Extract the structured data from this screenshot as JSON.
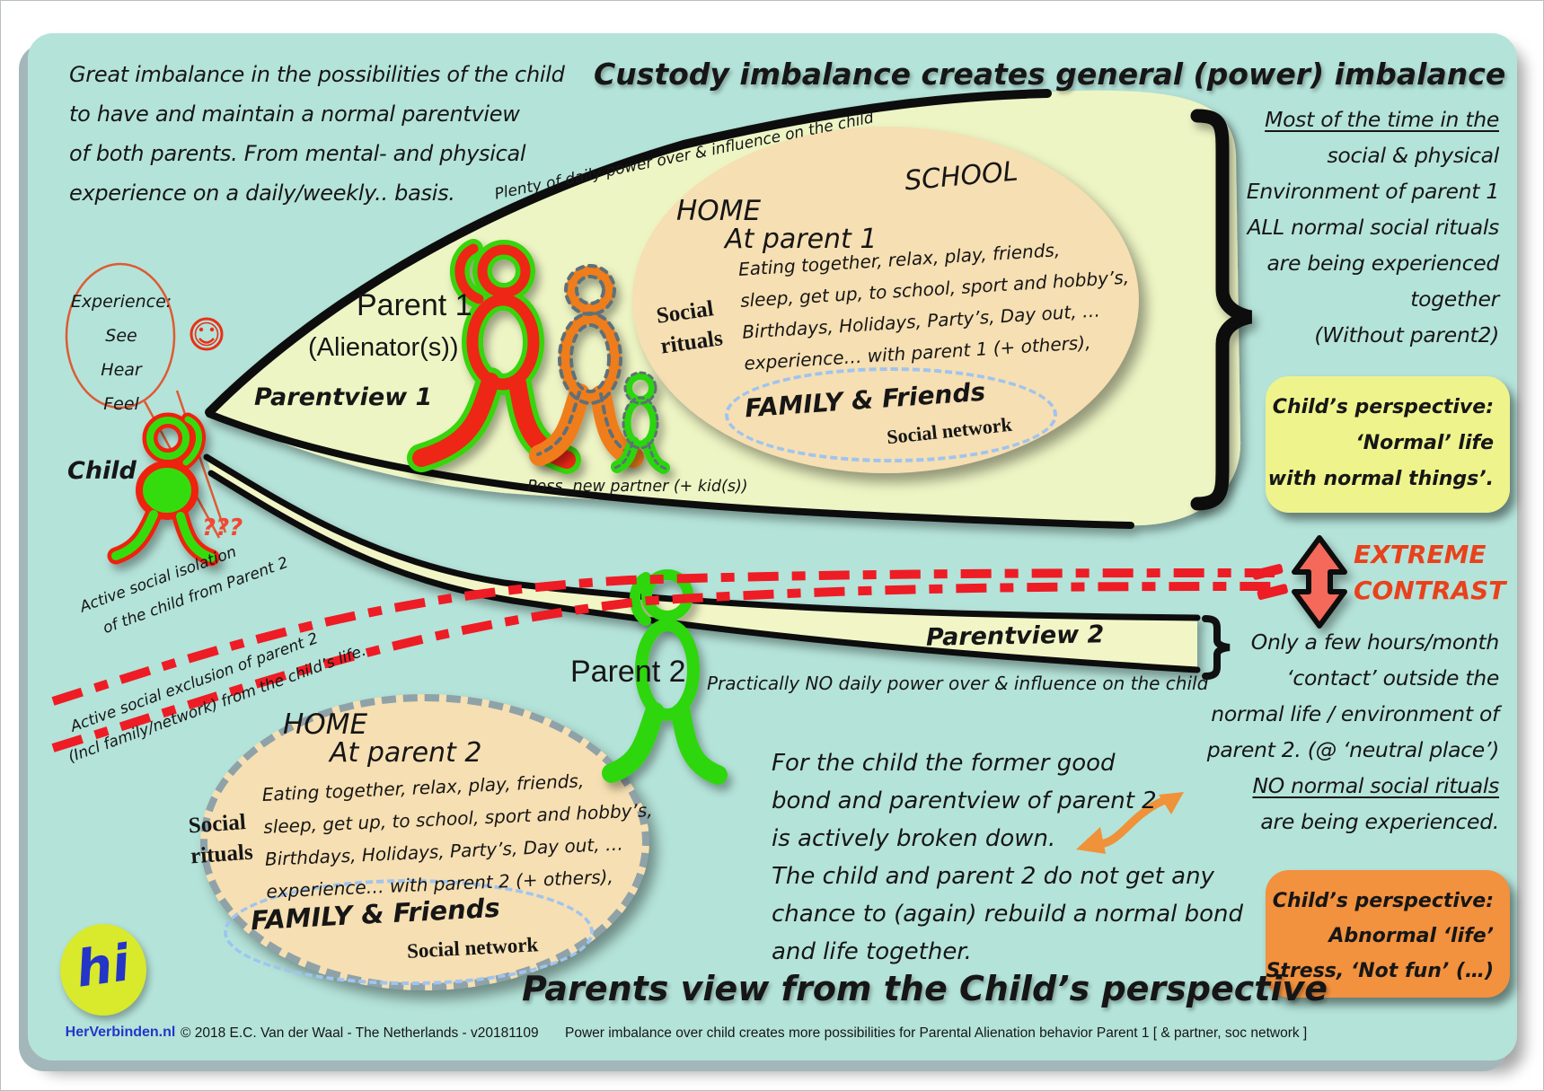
{
  "header": {
    "title": "Custody imbalance creates general (power) imbalance"
  },
  "intro": {
    "lines": [
      "Great imbalance in the possibilities of the child",
      "to have and maintain a normal parentview",
      "of both parents. From mental- and physical",
      "experience on a daily/weekly.. basis."
    ]
  },
  "child": {
    "label": "Child",
    "bubble": [
      "Experience:",
      "See",
      "Hear",
      "Feel"
    ],
    "question_marks": "???"
  },
  "parent1": {
    "label": "Parent 1",
    "sub": "(Alienator(s))",
    "parentview": "Parentview 1",
    "power_note": "Plenty of daily power over & influence on the child",
    "partner_note": "Poss. new partner (+ kid(s))"
  },
  "ellipse1": {
    "school": "SCHOOL",
    "home": "HOME",
    "at": "At parent 1",
    "rituals_l1": "Social",
    "rituals_l2": "rituals",
    "body": [
      "Eating together, relax, play, friends,",
      "sleep, get up, to school, sport and hobby’s,",
      "Birthdays, Holidays, Party’s, Day out, …",
      "experience… with parent 1 (+ others),"
    ],
    "family": "FAMILY & Friends",
    "network": "Social network"
  },
  "right_top": {
    "lines": [
      "Most of the time in the",
      "social & physical",
      "Environment of parent 1",
      "ALL normal social rituals",
      "are being experienced",
      "together",
      "(Without parent2)"
    ]
  },
  "perspective1": {
    "lines": [
      "Child’s perspective:",
      "‘Normal’ life",
      "with normal things’."
    ]
  },
  "contrast": {
    "line1": "EXTREME",
    "line2": "CONTRAST"
  },
  "right_mid": {
    "lines": [
      "Only a few hours/month",
      "‘contact’ outside the",
      "normal life / environment of",
      "parent 2. (@ ‘neutral place’)",
      "NO normal social rituals",
      "are being experienced."
    ]
  },
  "perspective2": {
    "lines": [
      "Child’s perspective:",
      "Abnormal ‘life’",
      "Stress, ‘Not fun’ (…)"
    ]
  },
  "isolation": {
    "l1": "Active social isolation",
    "l2": "of the child from Parent 2",
    "l3": "Active social exclusion of parent 2",
    "l4": "(Incl family/network) from the child’s life."
  },
  "parent2": {
    "label": "Parent 2",
    "parentview": "Parentview 2",
    "power_note": "Practically NO daily power over & influence on the child"
  },
  "ellipse2": {
    "home": "HOME",
    "at": "At parent 2",
    "rituals_l1": "Social",
    "rituals_l2": "rituals",
    "body": [
      "Eating together, relax, play, friends,",
      "sleep, get up, to school, sport and hobby’s,",
      "Birthdays, Holidays, Party’s, Day out, …",
      "experience… with parent 2 (+ others),"
    ],
    "family": "FAMILY & Friends",
    "network": "Social network"
  },
  "breakdown": {
    "lines": [
      "For the child the former good",
      "bond and parentview of parent 2",
      "is actively broken down.",
      "The child and parent 2 do not get any",
      "chance to (again) rebuild a normal bond",
      "and life together."
    ]
  },
  "footer": {
    "title": "Parents view from the Child’s perspective",
    "logo_glyph": "hi",
    "logo": "HerVerbinden.nl",
    "copyright": "© 2018  E.C. Van der Waal  - The Netherlands  -  v20181109",
    "note": "Power imbalance over child  creates  more possibilities for Parental Alienation behavior Parent 1 [ & partner, soc network ]"
  }
}
